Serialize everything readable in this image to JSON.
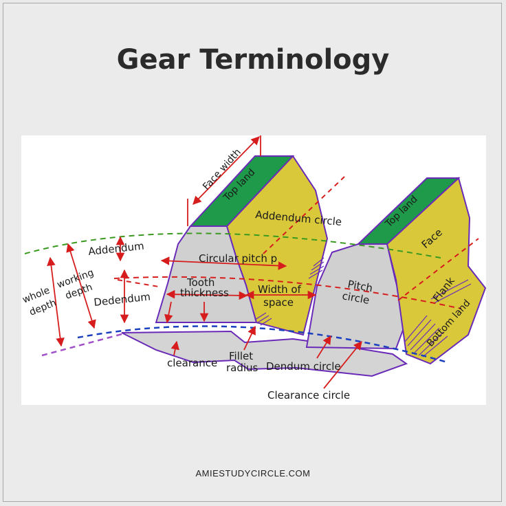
{
  "title": "Gear Terminology",
  "footer": "AMIESTUDYCIRCLE.COM",
  "colors": {
    "tooth_face": "#d9c83a",
    "tooth_top": "#1f9a4a",
    "tooth_flank": "#cfcfcf",
    "outline": "#6a2ab8",
    "dimension": "#d61c1c",
    "addendum_circle": "#3a9a20",
    "pitch_circle": "#d61c1c",
    "dedendum_circle": "#1a3fbf",
    "clearance_circle": "#a050c8"
  },
  "labels": {
    "face_width": "Face width",
    "top_land_1": "Top land",
    "top_land_2": "Top land",
    "addendum_circle": "Addendum circle",
    "face": "Face",
    "addendum": "Addendum",
    "circular_pitch": "Circular pitch p",
    "working_depth_1": "working",
    "working_depth_2": "depth",
    "whole_depth_1": "whole",
    "whole_depth_2": "depth",
    "dedendum": "Dedendum",
    "tooth_thickness_1": "Tooth",
    "tooth_thickness_2": "thickness",
    "width_of_space_1": "Width of",
    "width_of_space_2": "space",
    "pitch_circle_1": "Pitch",
    "pitch_circle_2": "circle",
    "flank": "Flank",
    "bottom_land": "Bottom land",
    "clearance": "clearance",
    "fillet_radius_1": "Fillet",
    "fillet_radius_2": "radius",
    "dendum_circle": "Dendum circle",
    "clearance_circle": "Clearance circle"
  }
}
